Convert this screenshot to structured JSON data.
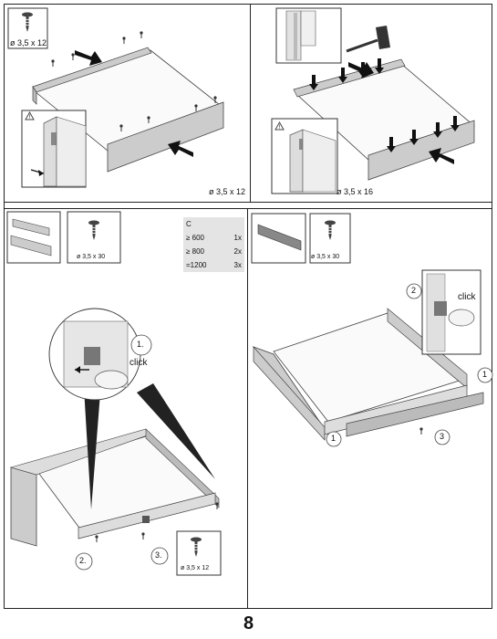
{
  "screws": {
    "s1": "ø 3,5 x 12",
    "s2": "ø 3,5 x 12",
    "s3": "ø 3,5 x 16",
    "s4": "ø 3,5 x 30",
    "s5": "ø 3,5 x 30",
    "s6": "ø 3,5 x 12"
  },
  "table": {
    "header": "C",
    "rows": [
      {
        "size": "≥ 600",
        "count": "1x"
      },
      {
        "size": "≥ 800",
        "count": "2x"
      },
      {
        "size": "=1200",
        "count": "3x"
      }
    ]
  },
  "labels": {
    "click_left": "click",
    "click_right": "click",
    "step1_left": "1.",
    "step2_left": "2.",
    "step3_left": "3.",
    "step1_right_a": "1",
    "step1_right_b": "1",
    "step2_right": "2",
    "step3_right": "3",
    "warn1": "!",
    "warn2": "!"
  },
  "page_number": "8"
}
